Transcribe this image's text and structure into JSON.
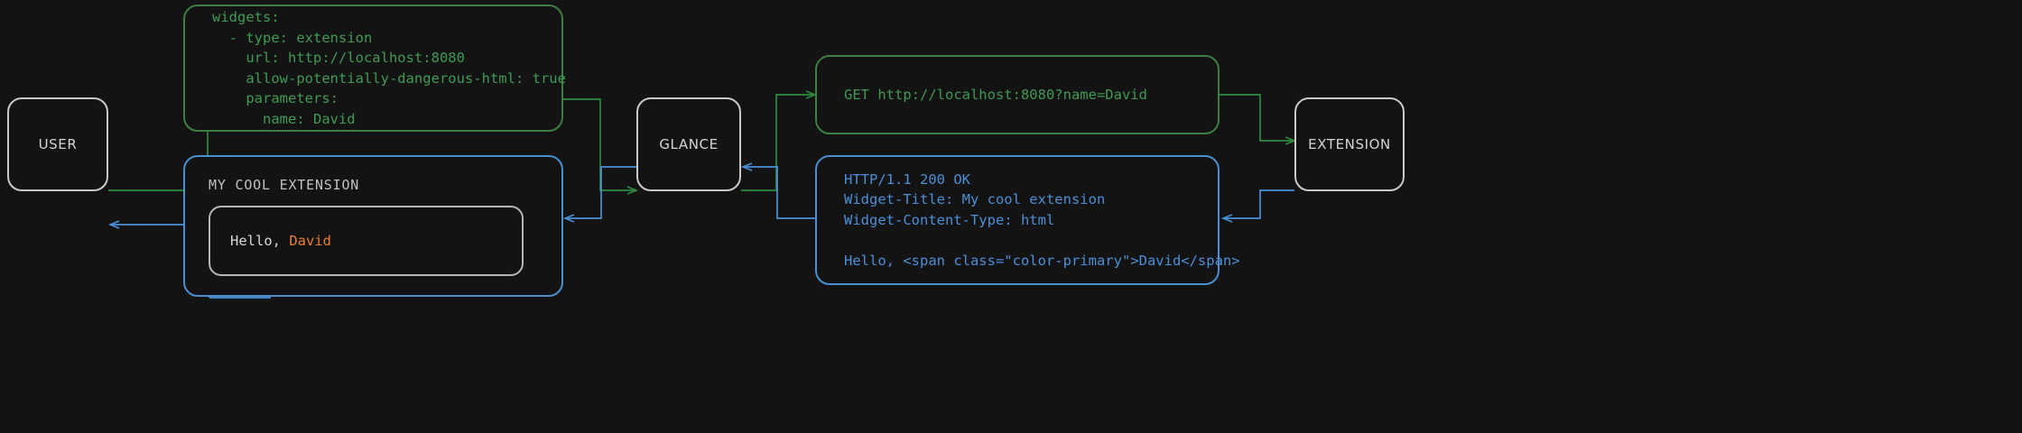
{
  "theme": {
    "background": "#131313",
    "node_border": "#c9c9c9",
    "node_text": "#d5d5d5",
    "green": "#3c7f3f",
    "green_text": "#3f9b52",
    "blue": "#4a8fd0",
    "blue_text": "#4a90d8",
    "accent_orange": "#ef7e2e",
    "widget_text": "#d8d8d8"
  },
  "nodes": {
    "user": {
      "label": "USER"
    },
    "glance": {
      "label": "GLANCE"
    },
    "extension": {
      "label": "EXTENSION"
    }
  },
  "config_box": {
    "color": "green",
    "lines": [
      "widgets:",
      "  - type: extension",
      "    url: http://localhost:8080",
      "    allow-potentially-dangerous-html: true",
      "    parameters:",
      "      name: David"
    ],
    "text": "widgets:\n  - type: extension\n    url: http://localhost:8080\n    allow-potentially-dangerous-html: true\n    parameters:\n      name: David"
  },
  "request_box": {
    "color": "green",
    "lines": [
      "GET http://localhost:8080?name=David"
    ],
    "text": "GET http://localhost:8080?name=David"
  },
  "response_box": {
    "color": "blue",
    "lines": [
      "HTTP/1.1 200 OK",
      "Widget-Title: My cool extension",
      "Widget-Content-Type: html",
      "",
      "Hello, <span class=\"color-primary\">David</span>"
    ],
    "text": "HTTP/1.1 200 OK\nWidget-Title: My cool extension\nWidget-Content-Type: html\n\nHello, <span class=\"color-primary\">David</span>"
  },
  "widget_box": {
    "color": "blue",
    "title": "MY COOL EXTENSION",
    "body_prefix": "Hello, ",
    "body_accent": "David"
  },
  "edges": [
    {
      "name": "user-to-config",
      "color": "green",
      "from": "user",
      "to": "config_box",
      "direction": "right"
    },
    {
      "name": "config-to-glance",
      "color": "green",
      "from": "config_box",
      "to": "glance",
      "direction": "right"
    },
    {
      "name": "glance-to-request",
      "color": "green",
      "from": "glance",
      "to": "request_box",
      "direction": "right"
    },
    {
      "name": "request-to-extension",
      "color": "green",
      "from": "request_box",
      "to": "extension",
      "direction": "right"
    },
    {
      "name": "extension-to-response",
      "color": "blue",
      "from": "extension",
      "to": "response_box",
      "direction": "left"
    },
    {
      "name": "response-to-glance",
      "color": "blue",
      "from": "response_box",
      "to": "glance",
      "direction": "left"
    },
    {
      "name": "glance-to-widget",
      "color": "blue",
      "from": "glance",
      "to": "widget_box",
      "direction": "left"
    },
    {
      "name": "widget-to-user",
      "color": "blue",
      "from": "widget_box",
      "to": "user",
      "direction": "left"
    }
  ]
}
